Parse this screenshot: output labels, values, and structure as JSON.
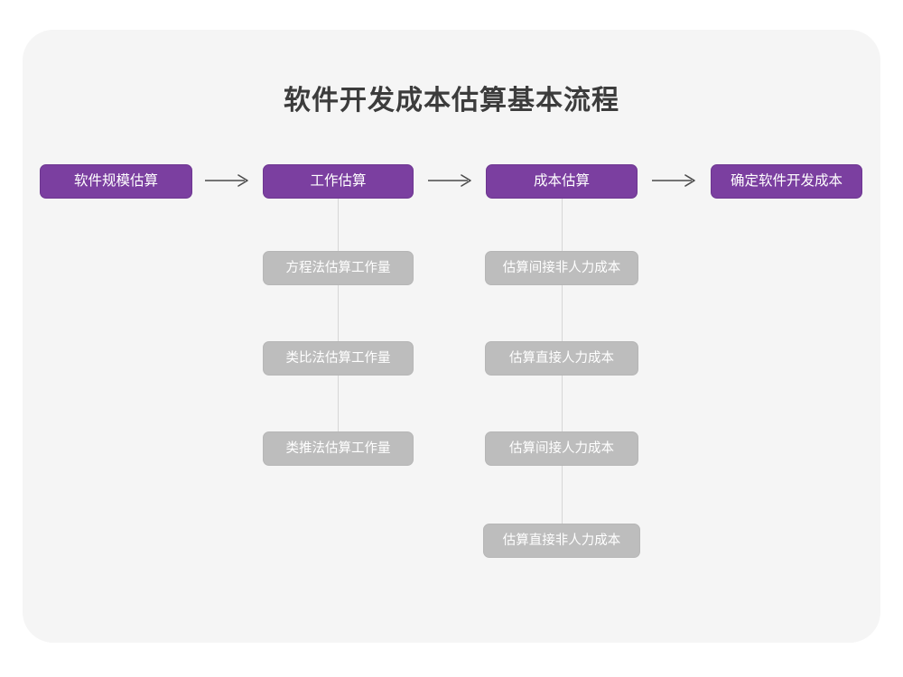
{
  "card": {
    "background_color": "#f5f5f5",
    "page_background_color": "#ffffff"
  },
  "title": "软件开发成本估算基本流程",
  "colors": {
    "primary_node": "#7b3fa0",
    "sub_node": "#bdbdbd",
    "connector": "#d6d6d6",
    "arrow": "#4a4a4a",
    "title_text": "#3c3c3c",
    "node_text": "#ffffff"
  },
  "flow": {
    "main_steps": [
      {
        "label": "软件规模估算"
      },
      {
        "label": "工作估算"
      },
      {
        "label": "成本估算"
      },
      {
        "label": "确定软件开发成本"
      }
    ],
    "arrows": [
      {
        "name": "arrow-1",
        "glyph": "⟶"
      },
      {
        "name": "arrow-2",
        "glyph": "⟶"
      },
      {
        "name": "arrow-3",
        "glyph": "⟶"
      }
    ],
    "branches": [
      {
        "parent": "工作估算",
        "items": [
          {
            "label": "方程法估算工作量"
          },
          {
            "label": "类比法估算工作量"
          },
          {
            "label": "类推法估算工作量"
          }
        ]
      },
      {
        "parent": "成本估算",
        "items": [
          {
            "label": "估算间接非人力成本"
          },
          {
            "label": "估算直接人力成本"
          },
          {
            "label": "估算间接人力成本"
          },
          {
            "label": "估算直接非人力成本"
          }
        ]
      }
    ]
  }
}
